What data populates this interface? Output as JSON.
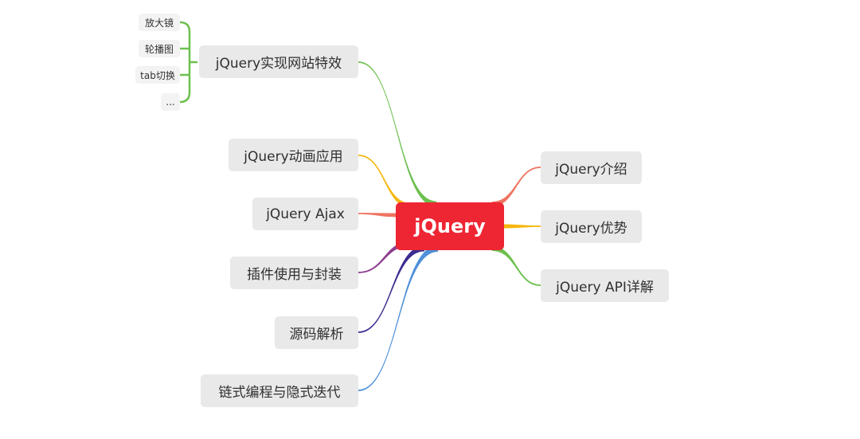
{
  "root": {
    "label": "jQuery",
    "color": "#ee2533"
  },
  "left_branches": [
    {
      "label": "jQuery实现网站特效",
      "color": "#6dc04f",
      "children": [
        "放大镜",
        "轮播图",
        "tab切换",
        "..."
      ]
    },
    {
      "label": "jQuery动画应用",
      "color": "#f5b70f"
    },
    {
      "label": "jQuery Ajax",
      "color": "#ef7360"
    },
    {
      "label": "插件使用与封装",
      "color": "#8e3d8e"
    },
    {
      "label": "源码解析",
      "color": "#3b2d8f"
    },
    {
      "label": "链式编程与隐式迭代",
      "color": "#4f90d9"
    }
  ],
  "right_branches": [
    {
      "label": "jQuery介绍",
      "color": "#ef7360"
    },
    {
      "label": "jQuery优势",
      "color": "#f5b70f"
    },
    {
      "label": "jQuery API详解",
      "color": "#6dc04f"
    }
  ]
}
